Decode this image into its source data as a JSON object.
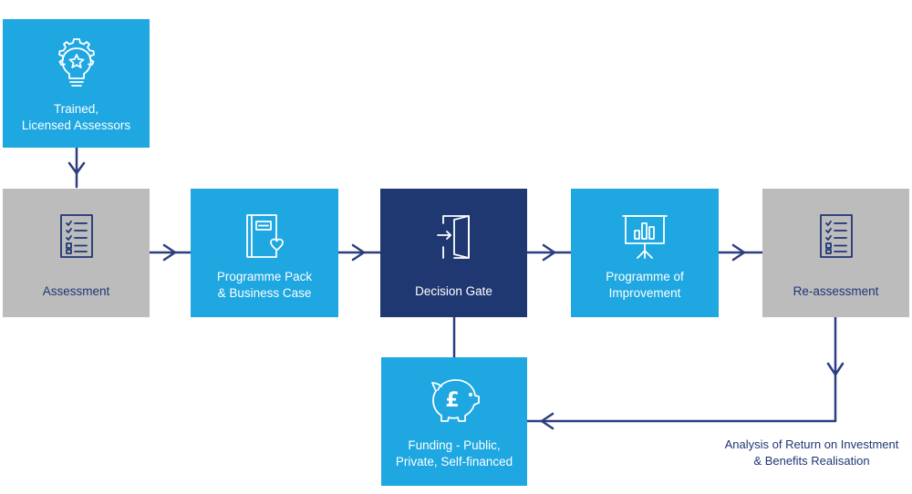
{
  "nodes": {
    "trained": {
      "line1": "Trained,",
      "line2": "Licensed Assessors",
      "icon": "lightbulb-star-gear-icon"
    },
    "assessment": {
      "line1": "Assessment",
      "icon": "checklist-icon"
    },
    "pack": {
      "line1": "Programme Pack",
      "line2": "& Business Case",
      "icon": "notebook-heart-icon"
    },
    "decision": {
      "line1": "Decision Gate",
      "icon": "door-exit-icon"
    },
    "improve": {
      "line1": "Programme of",
      "line2": "Improvement",
      "icon": "presentation-chart-icon"
    },
    "reassess": {
      "line1": "Re-assessment",
      "icon": "checklist-icon"
    },
    "funding": {
      "line1": "Funding - Public,",
      "line2": "Private, Self-financed",
      "icon": "piggy-bank-pound-icon"
    }
  },
  "annotation": {
    "line1": "Analysis of Return on Investment",
    "line2": "& Benefits Realisation"
  },
  "colors": {
    "grey": "#bdbcbc",
    "light_blue": "#1ea7e1",
    "navy": "#203872",
    "connector": "#2b3e80"
  }
}
